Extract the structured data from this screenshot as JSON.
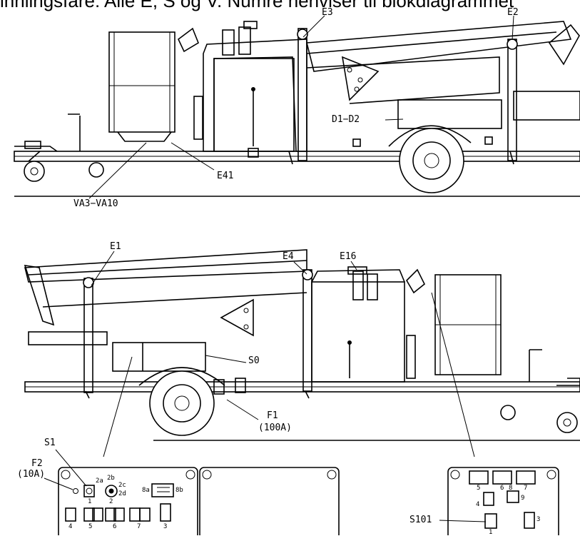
{
  "header": {
    "text": "innlingsfare: Alle E, S og V. Numre henviser til blokdiagrammet"
  },
  "labels": {
    "e3": "E3",
    "e2": "E2",
    "d1d2": "D1−D2",
    "e41": "E41",
    "va3va10": "VA3−VA10",
    "e1": "E1",
    "e4": "E4",
    "e16": "E16",
    "s0": "S0",
    "f1": "F1",
    "f1_rating": "(100A)",
    "s1": "S1",
    "f2": "F2",
    "f2_rating": "(10A)",
    "s101": "S101"
  },
  "panel_left": {
    "t_2a": "2a",
    "t_2b": "2b",
    "t_2c": "2c",
    "t_2d": "2d",
    "t_1": "1",
    "t_2": "2",
    "t_8a": "8a",
    "t_8b": "8b",
    "t_4": "4",
    "t_5": "5",
    "t_6": "6",
    "t_7": "7",
    "t_3": "3"
  },
  "panel_right": {
    "t_5": "5",
    "t_6": "6",
    "t_7": "7",
    "t_4": "4",
    "t_8": "8",
    "t_9": "9",
    "t_1": "1",
    "t_3": "3"
  }
}
